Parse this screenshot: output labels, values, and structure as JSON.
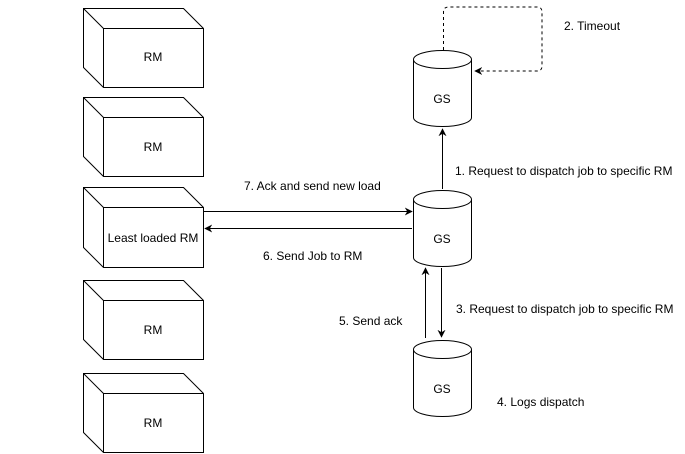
{
  "nodes": {
    "rm1": {
      "label": "RM"
    },
    "rm2": {
      "label": "RM"
    },
    "rm3": {
      "label": "Least loaded RM"
    },
    "rm4": {
      "label": "RM"
    },
    "rm5": {
      "label": "RM"
    },
    "gs_top": {
      "label": "GS"
    },
    "gs_mid": {
      "label": "GS"
    },
    "gs_bot": {
      "label": "GS"
    }
  },
  "edges": {
    "timeout": {
      "label": "2. Timeout"
    },
    "request1": {
      "label": "1. Request to dispatch job to specific RM"
    },
    "ack_new_load": {
      "label": "7. Ack and send new load"
    },
    "send_job": {
      "label": "6. Send Job to RM"
    },
    "request3": {
      "label": "3. Request to dispatch job to specific RM"
    },
    "send_ack": {
      "label": "5. Send ack"
    },
    "logs": {
      "label": "4. Logs dispatch"
    }
  },
  "colors": {
    "stroke": "#000000",
    "fill": "#ffffff"
  }
}
